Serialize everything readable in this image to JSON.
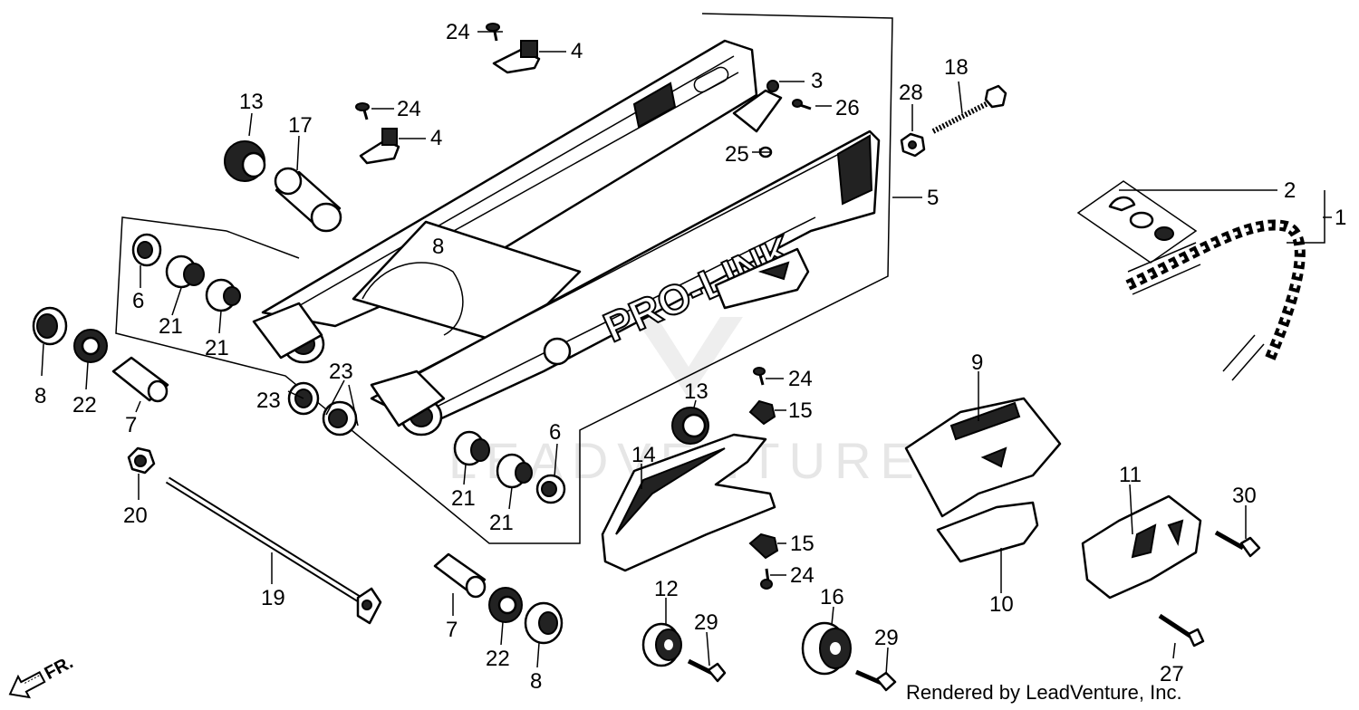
{
  "diagram": {
    "watermark": "LEADVENTURE",
    "credit": "Rendered by LeadVenture, Inc.",
    "direction_label": "FR.",
    "callouts": [
      {
        "id": "c1",
        "text": "1"
      },
      {
        "id": "c2",
        "text": "2"
      },
      {
        "id": "c3",
        "text": "3"
      },
      {
        "id": "c4a",
        "text": "4"
      },
      {
        "id": "c4b",
        "text": "4"
      },
      {
        "id": "c5",
        "text": "5"
      },
      {
        "id": "c6a",
        "text": "6"
      },
      {
        "id": "c6b",
        "text": "6"
      },
      {
        "id": "c7a",
        "text": "7"
      },
      {
        "id": "c7b",
        "text": "7"
      },
      {
        "id": "c8a",
        "text": "8"
      },
      {
        "id": "c8b",
        "text": "8"
      },
      {
        "id": "c8c",
        "text": "8"
      },
      {
        "id": "c9",
        "text": "9"
      },
      {
        "id": "c10",
        "text": "10"
      },
      {
        "id": "c11",
        "text": "11"
      },
      {
        "id": "c12",
        "text": "12"
      },
      {
        "id": "c13a",
        "text": "13"
      },
      {
        "id": "c13b",
        "text": "13"
      },
      {
        "id": "c14",
        "text": "14"
      },
      {
        "id": "c15a",
        "text": "15"
      },
      {
        "id": "c15b",
        "text": "15"
      },
      {
        "id": "c16",
        "text": "16"
      },
      {
        "id": "c17",
        "text": "17"
      },
      {
        "id": "c18",
        "text": "18"
      },
      {
        "id": "c19",
        "text": "19"
      },
      {
        "id": "c20",
        "text": "20"
      },
      {
        "id": "c21a",
        "text": "21"
      },
      {
        "id": "c21b",
        "text": "21"
      },
      {
        "id": "c21c",
        "text": "21"
      },
      {
        "id": "c21d",
        "text": "21"
      },
      {
        "id": "c22a",
        "text": "22"
      },
      {
        "id": "c22b",
        "text": "22"
      },
      {
        "id": "c23a",
        "text": "23"
      },
      {
        "id": "c23b",
        "text": "23"
      },
      {
        "id": "c24a",
        "text": "24"
      },
      {
        "id": "c24b",
        "text": "24"
      },
      {
        "id": "c24c",
        "text": "24"
      },
      {
        "id": "c24d",
        "text": "24"
      },
      {
        "id": "c25",
        "text": "25"
      },
      {
        "id": "c26",
        "text": "26"
      },
      {
        "id": "c27",
        "text": "27"
      },
      {
        "id": "c28",
        "text": "28"
      },
      {
        "id": "c29a",
        "text": "29"
      },
      {
        "id": "c29b",
        "text": "29"
      },
      {
        "id": "c30",
        "text": "30"
      }
    ],
    "swingarm_decal": "PRO-LINK"
  }
}
